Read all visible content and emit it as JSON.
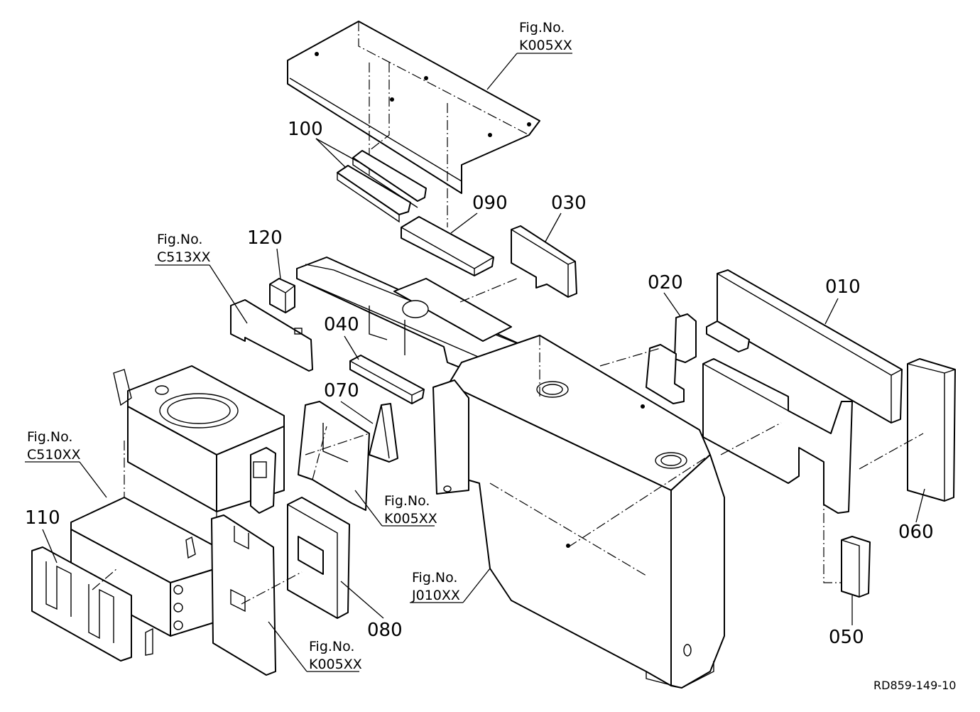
{
  "part_labels": {
    "p010": "010",
    "p020": "020",
    "p030": "030",
    "p040": "040",
    "p050": "050",
    "p060": "060",
    "p070": "070",
    "p080": "080",
    "p090": "090",
    "p100": "100",
    "p110": "110",
    "p120": "120"
  },
  "figure_refs": {
    "k005_top": {
      "line1": "Fig.No.",
      "line2": "K005XX"
    },
    "c513": {
      "line1": "Fig.No.",
      "line2": "C513XX"
    },
    "c510": {
      "line1": "Fig.No.",
      "line2": "C510XX"
    },
    "k005_mid": {
      "line1": "Fig.No.",
      "line2": "K005XX"
    },
    "j010": {
      "line1": "Fig.No.",
      "line2": "J010XX"
    },
    "k005_bottom": {
      "line1": "Fig.No.",
      "line2": "K005XX"
    }
  },
  "drawing_code": "RD859-149-10"
}
